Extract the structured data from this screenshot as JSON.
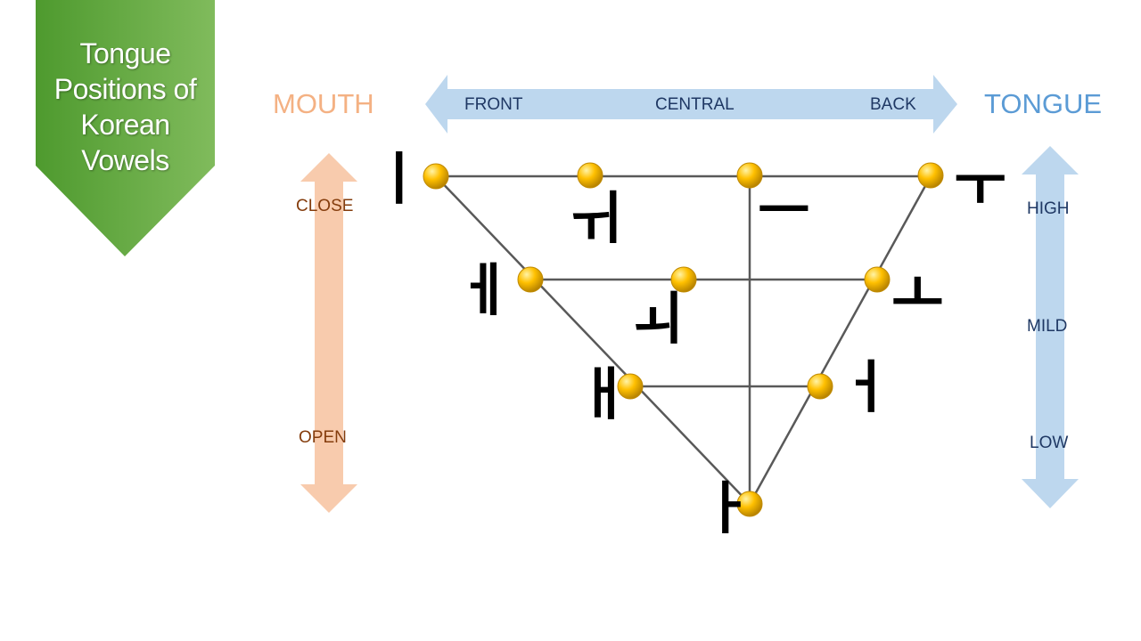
{
  "title": {
    "lines": [
      "Tongue",
      "Positions of",
      "Korean",
      "Vowels"
    ],
    "color": "#5aa63a"
  },
  "mouth": {
    "label": "MOUTH",
    "close": "CLOSE",
    "open": "OPEN",
    "color": "#f8cbad"
  },
  "tongue": {
    "label": "TONGUE",
    "front": "FRONT",
    "central": "CENTRAL",
    "back": "BACK",
    "high": "HIGH",
    "mild": "MILD",
    "low": "LOW",
    "color": "#bdd7ee"
  },
  "vowels": {
    "i": "ㅣ",
    "wi": "ㅟ",
    "eu": "ㅡ",
    "u": "ㅜ",
    "e": "ㅔ",
    "oe": "ㅚ",
    "o": "ㅗ",
    "ae": "ㅐ",
    "eo": "ㅓ",
    "a": "ㅏ"
  },
  "colors": {
    "marker": "#ffc000",
    "line": "#595959"
  }
}
